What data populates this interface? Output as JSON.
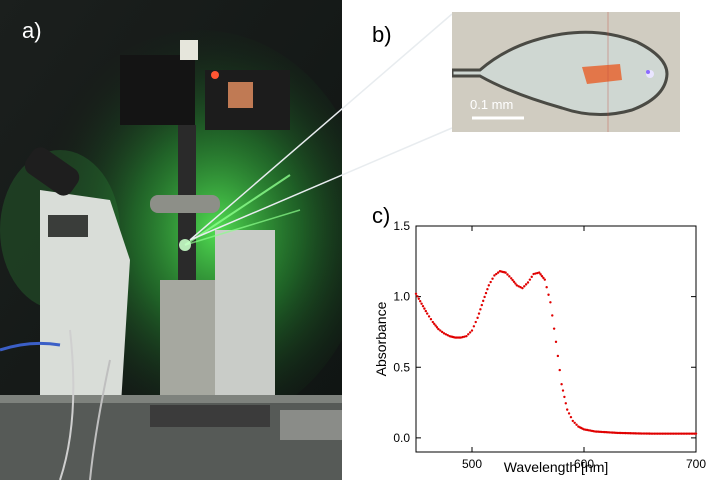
{
  "panels": {
    "a": "a)",
    "b": "b)",
    "c": "c)"
  },
  "inset": {
    "scale_label": "0.1 mm"
  },
  "colors": {
    "laser_green": "#2fd23a",
    "series_red": "#e00000",
    "photo_dark": "#1a1f1a",
    "inset_bg": "#d6d2c6"
  },
  "chart_data": {
    "type": "scatter",
    "xlabel": "Wavelength [nm]",
    "ylabel": "Absorbance",
    "xlim": [
      450,
      700
    ],
    "ylim": [
      -0.1,
      1.5
    ],
    "x_ticks": [
      "500",
      "600",
      "700"
    ],
    "y_ticks": [
      "0.0",
      "0.5",
      "1.0",
      "1.5"
    ],
    "x_tick_values": [
      500,
      600,
      700
    ],
    "y_tick_values": [
      0.0,
      0.5,
      1.0,
      1.5
    ],
    "grid": false,
    "series": [
      {
        "color": "#e00000",
        "x": [
          450,
          455,
          460,
          465,
          470,
          475,
          480,
          485,
          490,
          495,
          500,
          505,
          510,
          515,
          520,
          525,
          530,
          535,
          540,
          545,
          550,
          555,
          560,
          565,
          570,
          575,
          580,
          585,
          590,
          595,
          600,
          610,
          620,
          630,
          640,
          650,
          660,
          670,
          680,
          690,
          700
        ],
        "y": [
          1.02,
          0.95,
          0.88,
          0.82,
          0.77,
          0.74,
          0.72,
          0.71,
          0.71,
          0.72,
          0.76,
          0.85,
          0.97,
          1.08,
          1.15,
          1.18,
          1.17,
          1.13,
          1.08,
          1.06,
          1.1,
          1.16,
          1.17,
          1.12,
          0.96,
          0.68,
          0.38,
          0.2,
          0.12,
          0.08,
          0.06,
          0.045,
          0.04,
          0.035,
          0.033,
          0.031,
          0.03,
          0.03,
          0.03,
          0.03,
          0.03
        ]
      }
    ]
  }
}
